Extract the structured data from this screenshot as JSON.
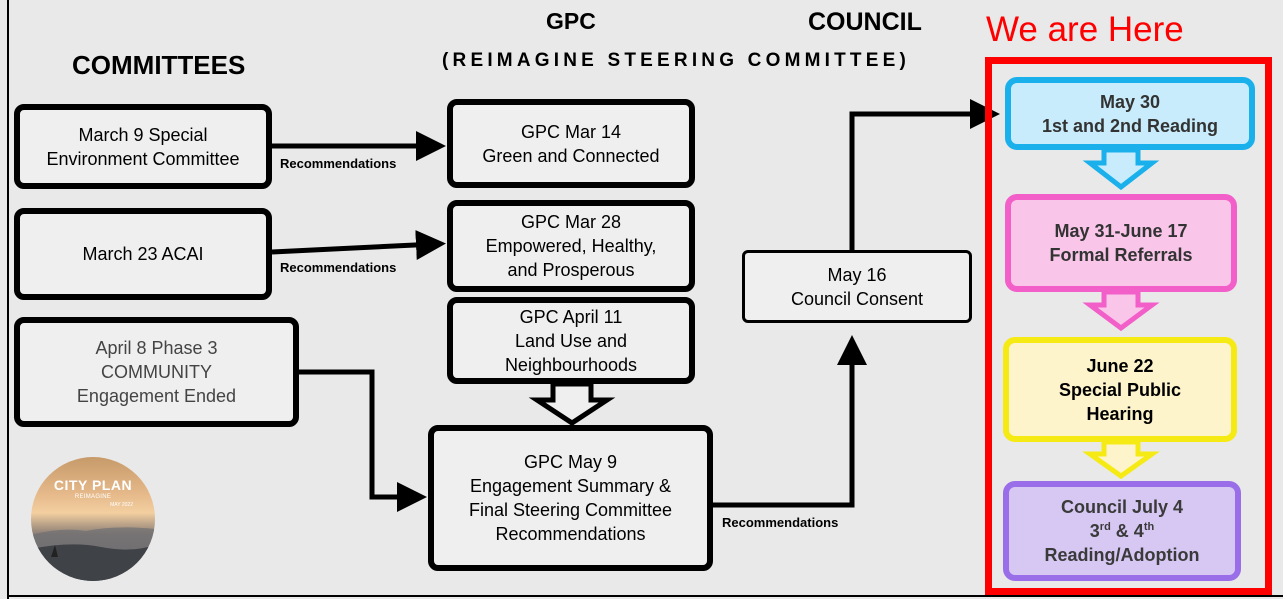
{
  "headers": {
    "committees": "COMMITTEES",
    "gpc": "GPC",
    "gpc_subtitle": "(REIMAGINE STEERING COMMITTEE)",
    "council": "COUNCIL",
    "we_are_here": "We are Here"
  },
  "committees": [
    "March 9 Special\nEnvironment Committee",
    "March 23 ACAI",
    "April 8 Phase 3\nCOMMUNITY\nEngagement Ended"
  ],
  "gpc": [
    "GPC Mar 14\nGreen and Connected",
    "GPC Mar 28\nEmpowered, Healthy,\nand Prosperous",
    "GPC April 11\nLand Use and\nNeighbourhoods",
    "GPC May 9\nEngagement Summary &\nFinal Steering Committee\nRecommendations"
  ],
  "council_consent": "May 16\nCouncil Consent",
  "recommendations_label": "Recommendations",
  "steps": {
    "step1": "May 30\n1st and 2nd Reading",
    "step2": "May 31-June 17\nFormal Referrals",
    "step3": "June 22\nSpecial Public\nHearing",
    "step4_title": "Council July 4",
    "step4_num1": "3",
    "step4_sup1": "rd",
    "step4_amp": " & 4",
    "step4_sup2": "th",
    "step4_line3": "Reading/Adoption"
  },
  "colors": {
    "step1_bg": "#c8ecfb",
    "step1_border": "#1ab0ec",
    "step2_bg": "#f9c6ea",
    "step2_border": "#f25fc9",
    "step3_bg": "#fdf4cc",
    "step3_border": "#f5ea13",
    "step4_bg": "#d6c8f3",
    "step4_border": "#9a6ee8",
    "frame": "#ff0000"
  },
  "logo": {
    "title": "CITY PLAN",
    "subtitle": "REIMAGINE",
    "date": "MAY 2022"
  }
}
